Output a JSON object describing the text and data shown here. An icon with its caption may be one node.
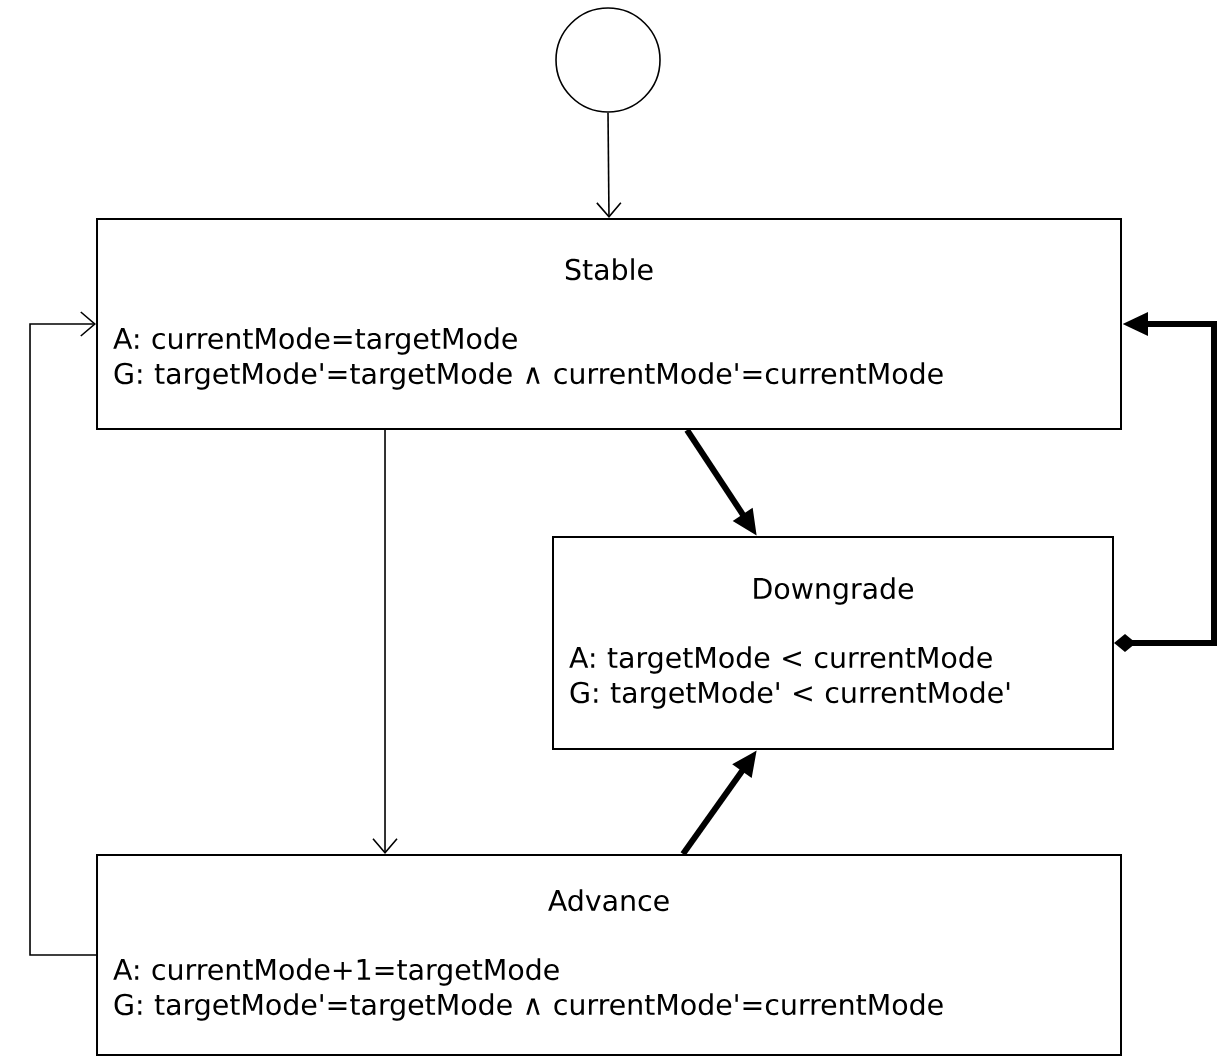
{
  "diagram": {
    "nodes": [
      {
        "text": [],
        "shape": "circle"
      },
      {
        "text": [
          "Stable",
          "A: currentMode=targetMode",
          "G: targetMode'=targetMode ∧ currentMode'=currentMode"
        ]
      },
      {
        "text": [
          "Downgrade",
          "A: targetMode < currentMode",
          "G: targetMode' < currentMode'"
        ]
      },
      {
        "text": [
          "Advance",
          "A: currentMode+1=targetMode",
          "G: targetMode'=targetMode ∧ currentMode'=currentMode"
        ]
      }
    ],
    "edges": [
      {
        "from": 0,
        "to": 1,
        "arrow": "to"
      },
      {
        "from": 1,
        "to": 2,
        "arrow": "to",
        "style": "thick"
      },
      {
        "from": 1,
        "to": 3,
        "arrow": "to"
      },
      {
        "from": 3,
        "to": 2,
        "arrow": "to",
        "style": "thick"
      },
      {
        "from": 2,
        "to": 1,
        "arrow": "to",
        "style": "thick"
      },
      {
        "from": 3,
        "to": 1,
        "arrow": "to"
      }
    ]
  }
}
